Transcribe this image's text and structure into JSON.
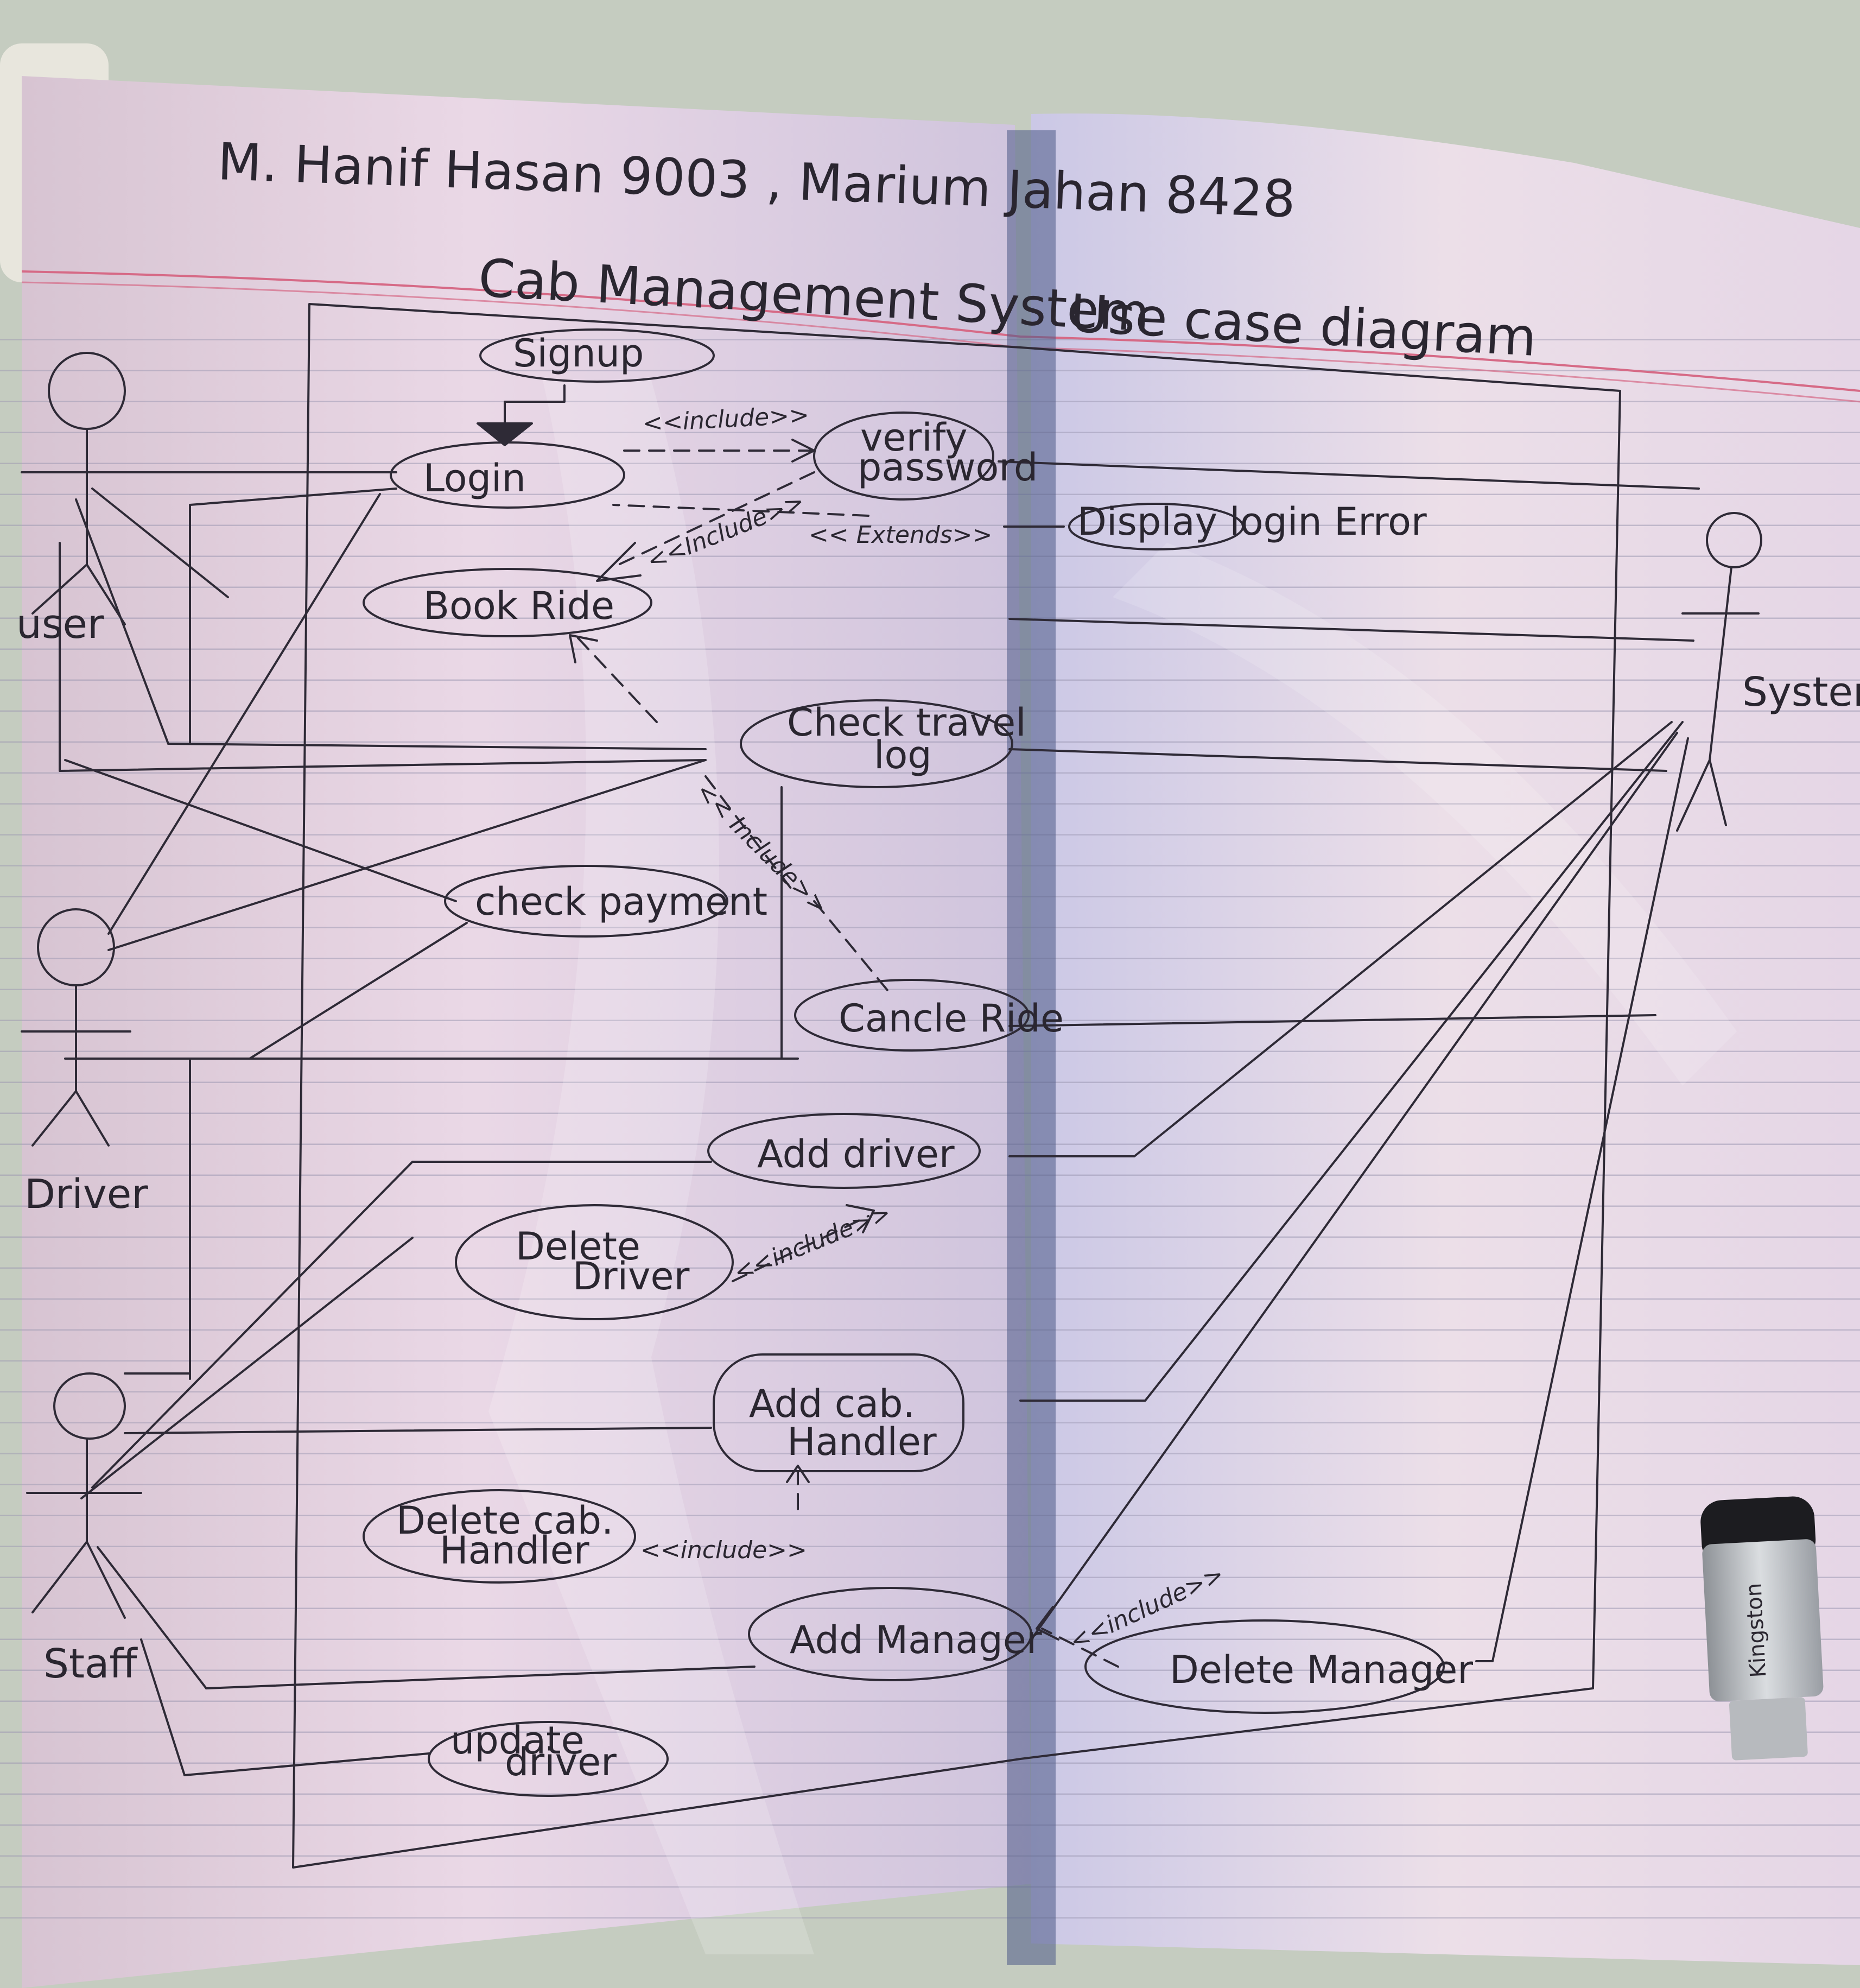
{
  "header": {
    "authors": "M. Hanif Hasan 9003 , Marium Jahan 8428",
    "title": "Cab Management System",
    "subtitle": "Use case diagram"
  },
  "actors": {
    "user": "user",
    "driver": "Driver",
    "staff": "Staff",
    "system": "System"
  },
  "use_cases": {
    "signup": "Signup",
    "login": "Login",
    "verify_password_1": "verify",
    "verify_password_2": "password",
    "display_login_error": "Display login Error",
    "book_ride": "Book Ride",
    "check_travel_log_1": "Check travel",
    "check_travel_log_2": "log",
    "check_payment": "check payment",
    "cancel_ride": "Cancle Ride",
    "add_driver": "Add driver",
    "delete_driver_1": "Delete",
    "delete_driver_2": "Driver",
    "add_cab_handler_1": "Add cab.",
    "add_cab_handler_2": "Handler",
    "delete_cab_handler_1": "Delete cab.",
    "delete_cab_handler_2": "Handler",
    "add_manager": "Add Manager",
    "delete_manager": "Delete Manager",
    "update_driver_1": "update",
    "update_driver_2": "driver"
  },
  "relations": {
    "include_login_verify": "<<include>>",
    "include_login_book": "<<Include>>",
    "extend_display_error": "<< Extends>>",
    "include_travel_cancel": "<< Include>>",
    "include_delete_driver": "<<include>>",
    "include_delete_cab": "<<include>>",
    "include_delete_manager": "<<include>>"
  },
  "usb_stick": {
    "brand": "Kingston"
  }
}
